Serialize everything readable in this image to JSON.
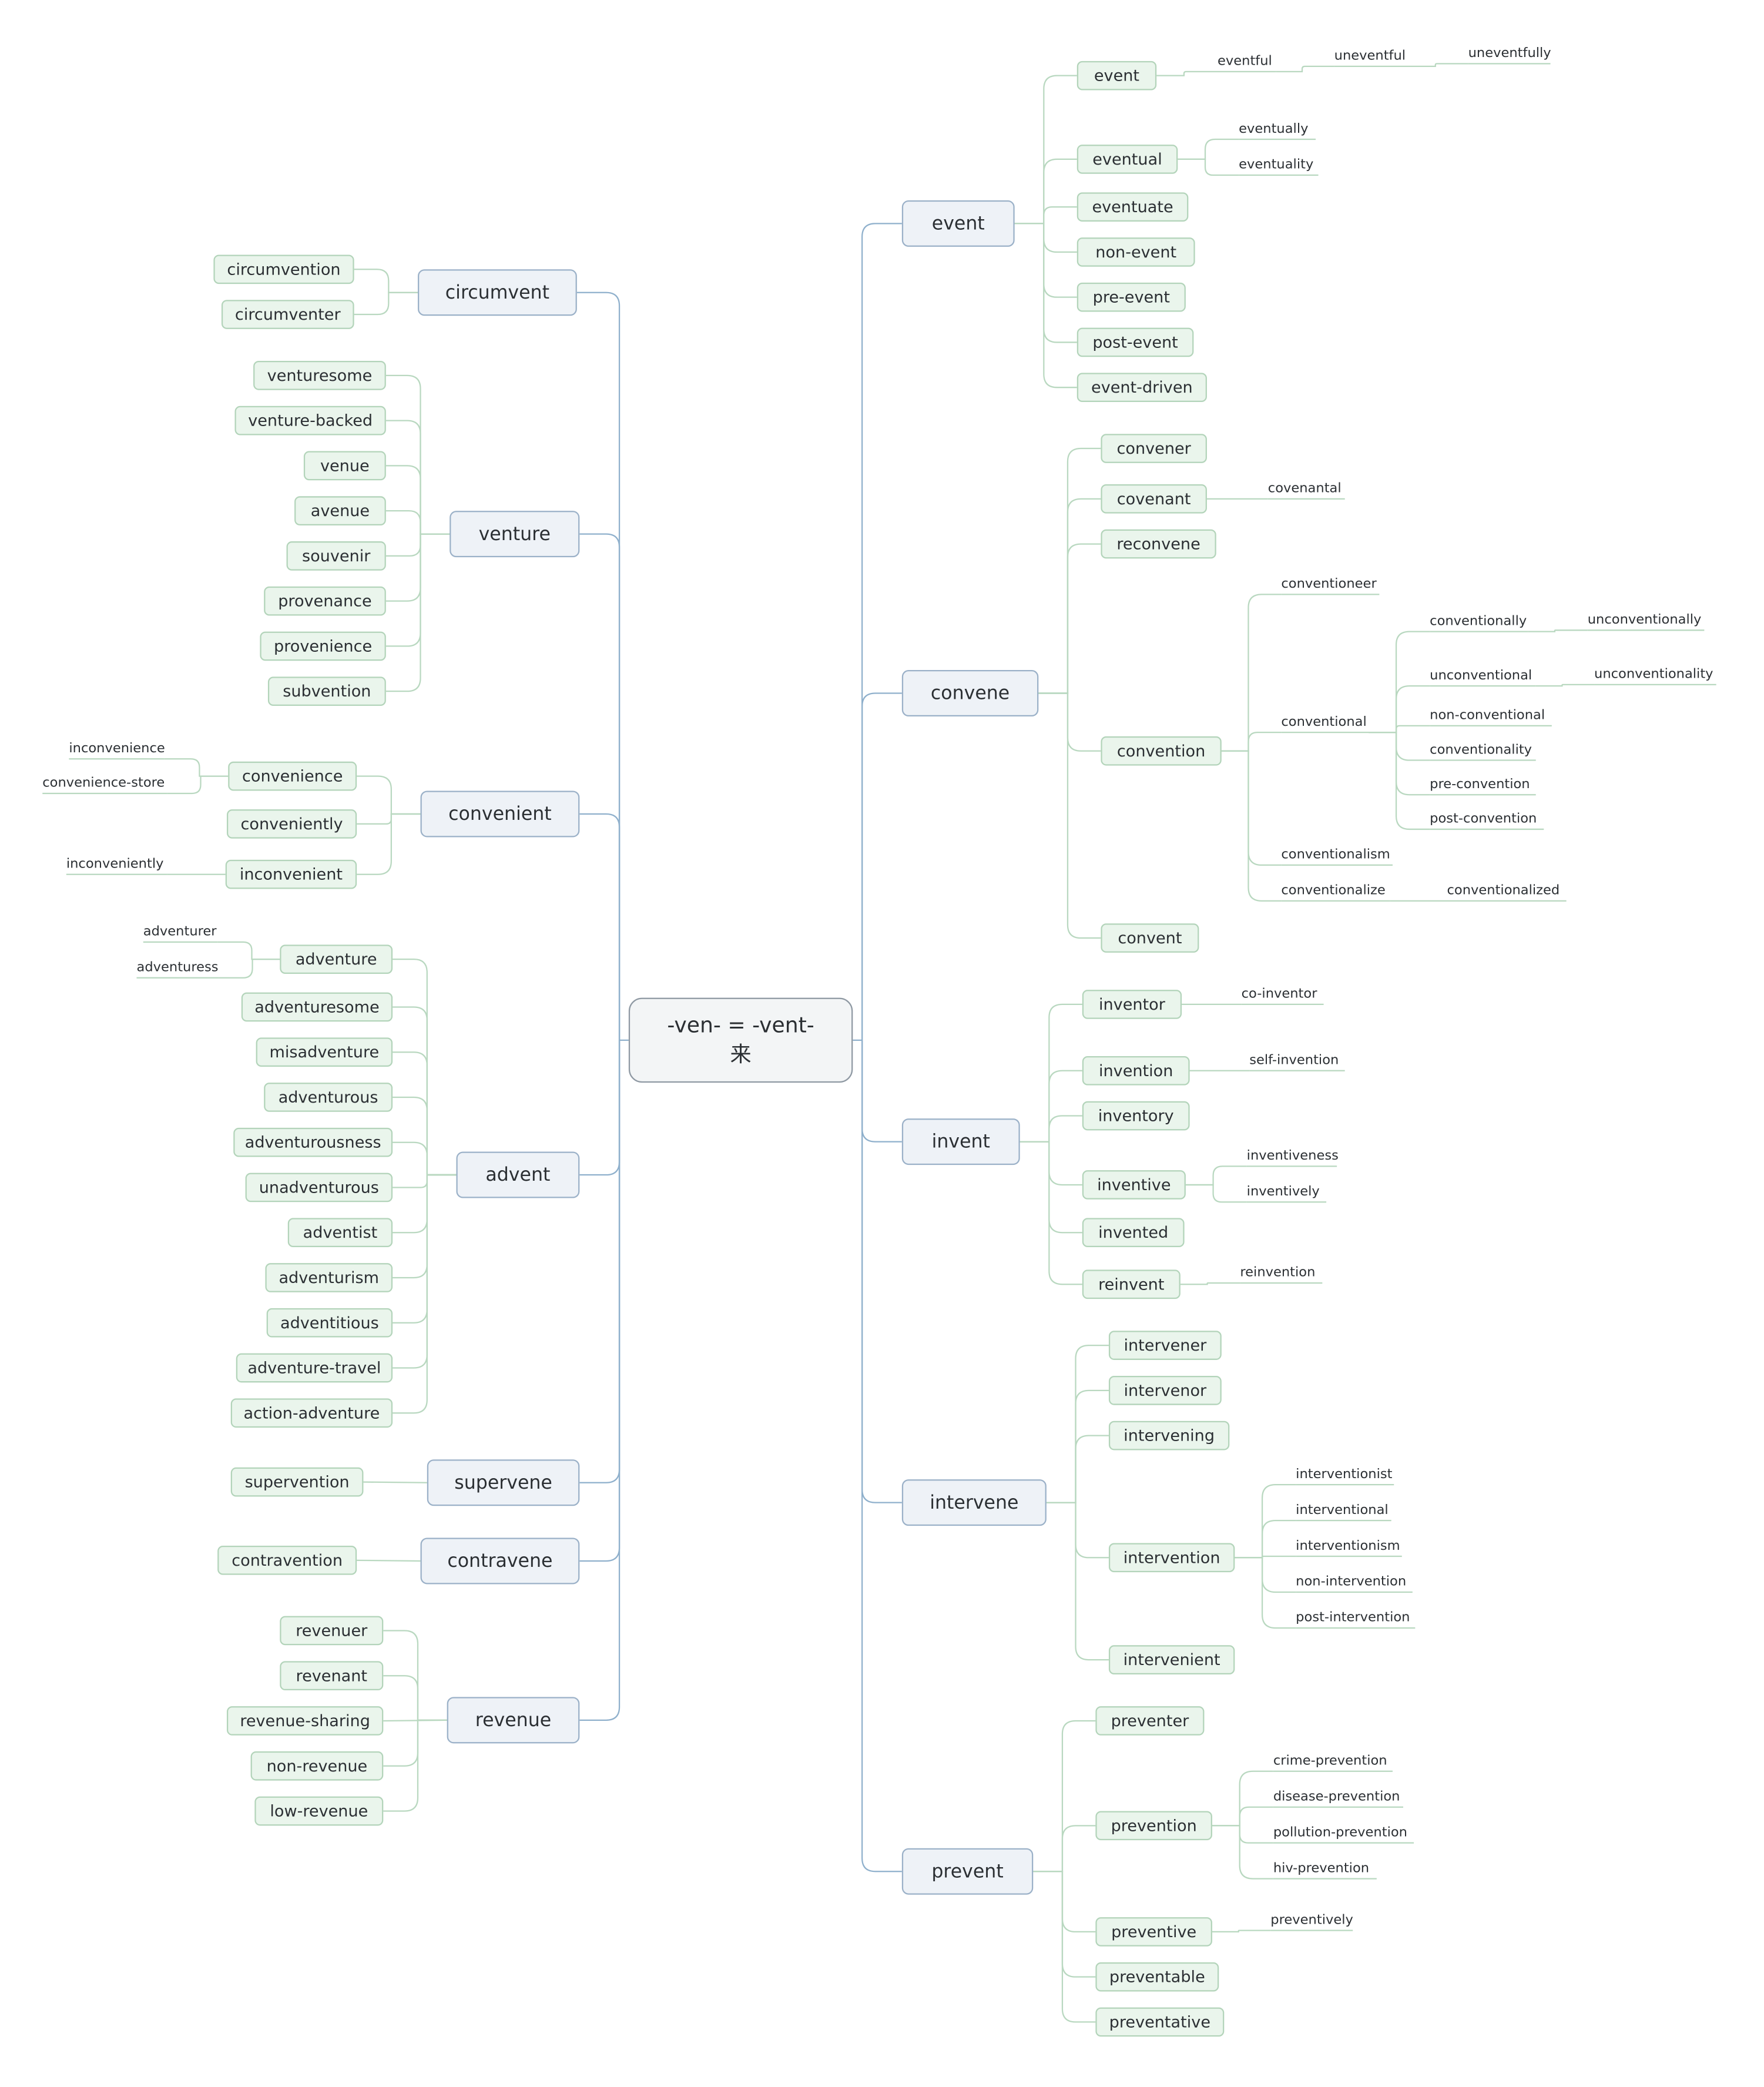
{
  "root": {
    "line1": "-ven- = -vent-",
    "line2": "来"
  },
  "branches": [
    {
      "label": "circumvent",
      "side": "left",
      "children": [
        {
          "label": "circumvention"
        },
        {
          "label": "circumventer"
        }
      ]
    },
    {
      "label": "venture",
      "side": "left",
      "children": [
        {
          "label": "venturesome"
        },
        {
          "label": "venture-backed"
        },
        {
          "label": "venue"
        },
        {
          "label": "avenue"
        },
        {
          "label": "souvenir"
        },
        {
          "label": "provenance"
        },
        {
          "label": "provenience"
        },
        {
          "label": "subvention"
        }
      ]
    },
    {
      "label": "convenient",
      "side": "left",
      "children": [
        {
          "label": "convenience",
          "children": [
            {
              "label": "inconvenience"
            },
            {
              "label": "convenience-store"
            }
          ]
        },
        {
          "label": "conveniently"
        },
        {
          "label": "inconvenient",
          "children": [
            {
              "label": "inconveniently"
            }
          ]
        }
      ]
    },
    {
      "label": "advent",
      "side": "left",
      "children": [
        {
          "label": "adventure",
          "children": [
            {
              "label": "adventurer"
            },
            {
              "label": "adventuress"
            }
          ]
        },
        {
          "label": "adventuresome"
        },
        {
          "label": "misadventure"
        },
        {
          "label": "adventurous"
        },
        {
          "label": "adventurousness"
        },
        {
          "label": "unadventurous"
        },
        {
          "label": "adventist"
        },
        {
          "label": "adventurism"
        },
        {
          "label": "adventitious"
        },
        {
          "label": "adventure-travel"
        },
        {
          "label": "action-adventure"
        }
      ]
    },
    {
      "label": "supervene",
      "side": "left",
      "children": [
        {
          "label": "supervention"
        }
      ]
    },
    {
      "label": "contravene",
      "side": "left",
      "children": [
        {
          "label": "contravention"
        }
      ]
    },
    {
      "label": "revenue",
      "side": "left",
      "children": [
        {
          "label": "revenuer"
        },
        {
          "label": "revenant"
        },
        {
          "label": "revenue-sharing"
        },
        {
          "label": "non-revenue"
        },
        {
          "label": "low-revenue"
        }
      ]
    },
    {
      "label": "event",
      "side": "right",
      "children": [
        {
          "label": "event",
          "children": [
            {
              "label": "eventful",
              "children": [
                {
                  "label": "uneventful",
                  "children": [
                    {
                      "label": "uneventfully"
                    }
                  ]
                }
              ]
            }
          ]
        },
        {
          "label": "eventual",
          "children": [
            {
              "label": "eventually"
            },
            {
              "label": "eventuality"
            }
          ]
        },
        {
          "label": "eventuate"
        },
        {
          "label": "non-event"
        },
        {
          "label": "pre-event"
        },
        {
          "label": "post-event"
        },
        {
          "label": "event-driven"
        }
      ]
    },
    {
      "label": "convene",
      "side": "right",
      "children": [
        {
          "label": "convener"
        },
        {
          "label": "covenant",
          "children": [
            {
              "label": "covenantal"
            }
          ]
        },
        {
          "label": "reconvene"
        },
        {
          "label": "convention",
          "children": [
            {
              "label": "conventioneer"
            },
            {
              "label": "conventional",
              "children": [
                {
                  "label": "conventionally",
                  "children": [
                    {
                      "label": "unconventionally"
                    }
                  ]
                },
                {
                  "label": "unconventional",
                  "children": [
                    {
                      "label": "unconventionality"
                    }
                  ]
                },
                {
                  "label": "non-conventional"
                },
                {
                  "label": "conventionality"
                },
                {
                  "label": "pre-convention"
                },
                {
                  "label": "post-convention"
                }
              ]
            },
            {
              "label": "conventionalism"
            },
            {
              "label": "conventionalize",
              "children": [
                {
                  "label": "conventionalized"
                }
              ]
            }
          ]
        },
        {
          "label": "convent"
        }
      ]
    },
    {
      "label": "invent",
      "side": "right",
      "children": [
        {
          "label": "inventor",
          "children": [
            {
              "label": "co-inventor"
            }
          ]
        },
        {
          "label": "invention",
          "children": [
            {
              "label": "self-invention"
            }
          ]
        },
        {
          "label": "inventory"
        },
        {
          "label": "inventive",
          "children": [
            {
              "label": "inventiveness"
            },
            {
              "label": "inventively"
            }
          ]
        },
        {
          "label": "invented"
        },
        {
          "label": "reinvent",
          "children": [
            {
              "label": "reinvention"
            }
          ]
        }
      ]
    },
    {
      "label": "intervene",
      "side": "right",
      "children": [
        {
          "label": "intervener"
        },
        {
          "label": "intervenor"
        },
        {
          "label": "intervening"
        },
        {
          "label": "intervention",
          "children": [
            {
              "label": "interventionist"
            },
            {
              "label": "interventional"
            },
            {
              "label": "interventionism"
            },
            {
              "label": "non-intervention"
            },
            {
              "label": "post-intervention"
            }
          ]
        },
        {
          "label": "intervenient"
        }
      ]
    },
    {
      "label": "prevent",
      "side": "right",
      "children": [
        {
          "label": "preventer"
        },
        {
          "label": "prevention",
          "children": [
            {
              "label": "crime-prevention"
            },
            {
              "label": "disease-prevention"
            },
            {
              "label": "pollution-prevention"
            },
            {
              "label": "hiv-prevention"
            }
          ]
        },
        {
          "label": "preventive",
          "children": [
            {
              "label": "preventively"
            }
          ]
        },
        {
          "label": "preventable"
        },
        {
          "label": "preventative"
        }
      ]
    }
  ],
  "colors": {
    "main_line": "#8fb0cc",
    "sub_line": "#b9d8c0",
    "l1_fill": "#eef2f7",
    "l2_fill": "#eaf5ec"
  }
}
